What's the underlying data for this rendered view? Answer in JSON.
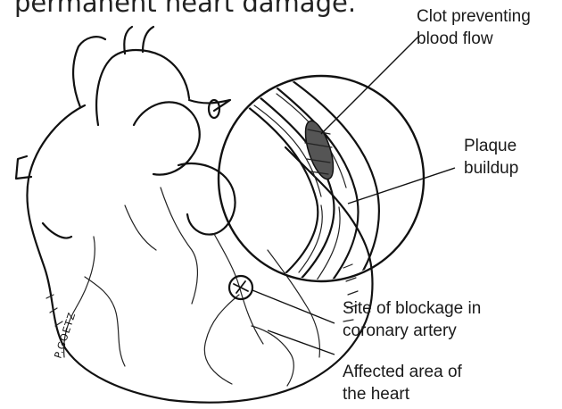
{
  "heading": "permanent heart damage.",
  "labels": {
    "clot": [
      "Clot preventing",
      "blood flow"
    ],
    "plaque": [
      "Plaque",
      "buildup"
    ],
    "blockage": [
      "Site of blockage in",
      "coronary artery"
    ],
    "affected": [
      "Affected area of",
      "the heart"
    ]
  },
  "signature": "P.GOETZ",
  "colors": {
    "ink": "#111111",
    "background": "#ffffff",
    "clot_shading": "#555555"
  }
}
